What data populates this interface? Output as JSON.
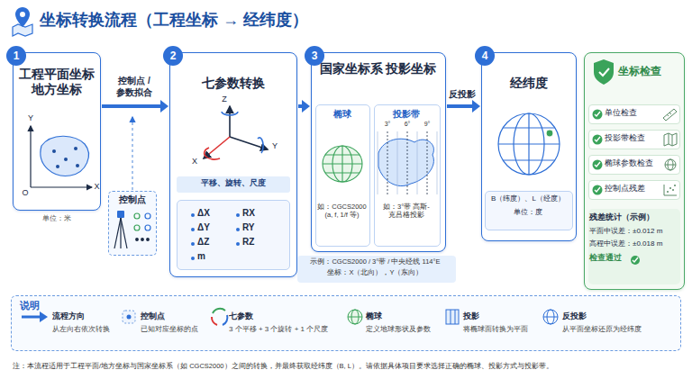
{
  "diagram": {
    "title": "坐标转换流程（工程坐标 → 经纬度）",
    "nodes": [
      {
        "text": [
          "工程平面坐标 地方坐标",
          "单位：米"
        ]
      },
      {
        "text": [
          "控制点"
        ]
      },
      {
        "text": [
          "七参数转换",
          "平移、旋转、尺度"
        ]
      },
      {
        "text": [
          "ΔX",
          "ΔY",
          "ΔZ",
          "m",
          "RX",
          "RY",
          "RZ"
        ],
        "in": 2
      },
      {
        "text": [
          "国家坐标系 投影坐标"
        ]
      },
      {
        "text": [
          "椭球",
          "如：CGCS2000 (a, f, 1/f 等)"
        ],
        "in": 4
      },
      {
        "text": [
          "投影带",
          "如：3°带 高斯-克吕格投影"
        ],
        "in": 4
      },
      {
        "text": [
          "示例：CGCS2000 / 3°带 / 中央经线 114°E",
          "坐标：X（北向），Y（东向）"
        ]
      },
      {
        "text": [
          "经纬度"
        ]
      },
      {
        "text": [
          "B（纬度）、L（经度）",
          "单位：度"
        ],
        "in": 8
      },
      {
        "text": [
          "坐标检查"
        ]
      },
      {
        "text": [
          "单位检查"
        ],
        "in": 10
      },
      {
        "text": [
          "投影带检查"
        ],
        "in": 10
      },
      {
        "text": [
          "椭球参数检查"
        ],
        "in": 10
      },
      {
        "text": [
          "控制点残差"
        ],
        "in": 10
      },
      {
        "text": [
          "残差统计（示例）",
          "平面中误差：±0.012 m",
          "高程中误差：±0.018 m",
          "检查通过"
        ],
        "in": 10
      },
      {
        "text": [
          "说明"
        ]
      }
    ],
    "edges": [
      {
        "from": 0,
        "to": 2,
        "arrow": "to",
        "label": "控制点 / 参数拟合"
      },
      {
        "from": 2,
        "to": 4,
        "arrow": "to"
      },
      {
        "from": 4,
        "to": 8,
        "arrow": "to",
        "label": "反投影"
      }
    ],
    "labels": [
      "1",
      "2",
      "3",
      "4",
      "Y",
      "X",
      "O",
      "Z",
      "Y",
      "X",
      "3°",
      "6°",
      "9°",
      "从左向右依次转换",
      "已知对应坐标的点",
      "3 个平移 + 3 个旋转 + 1 个尺度",
      "定义地球形状及参数",
      "将椭球面转换为平面",
      "从平面坐标还原为经纬度",
      "注：本流程适用于工程平面/地方坐标与国家坐标系（如 CGCS2000）之间的转换，并最终获取经纬度（B, L）。请依据具体项目要求选择正确的椭球、投影方式与投影带。"
    ],
    "legend": [
      {
        "text": "流程方向"
      },
      {
        "text": "控制点"
      },
      {
        "text": "七参数"
      },
      {
        "text": "椭球"
      },
      {
        "text": "投影"
      },
      {
        "text": "反投影"
      }
    ]
  }
}
